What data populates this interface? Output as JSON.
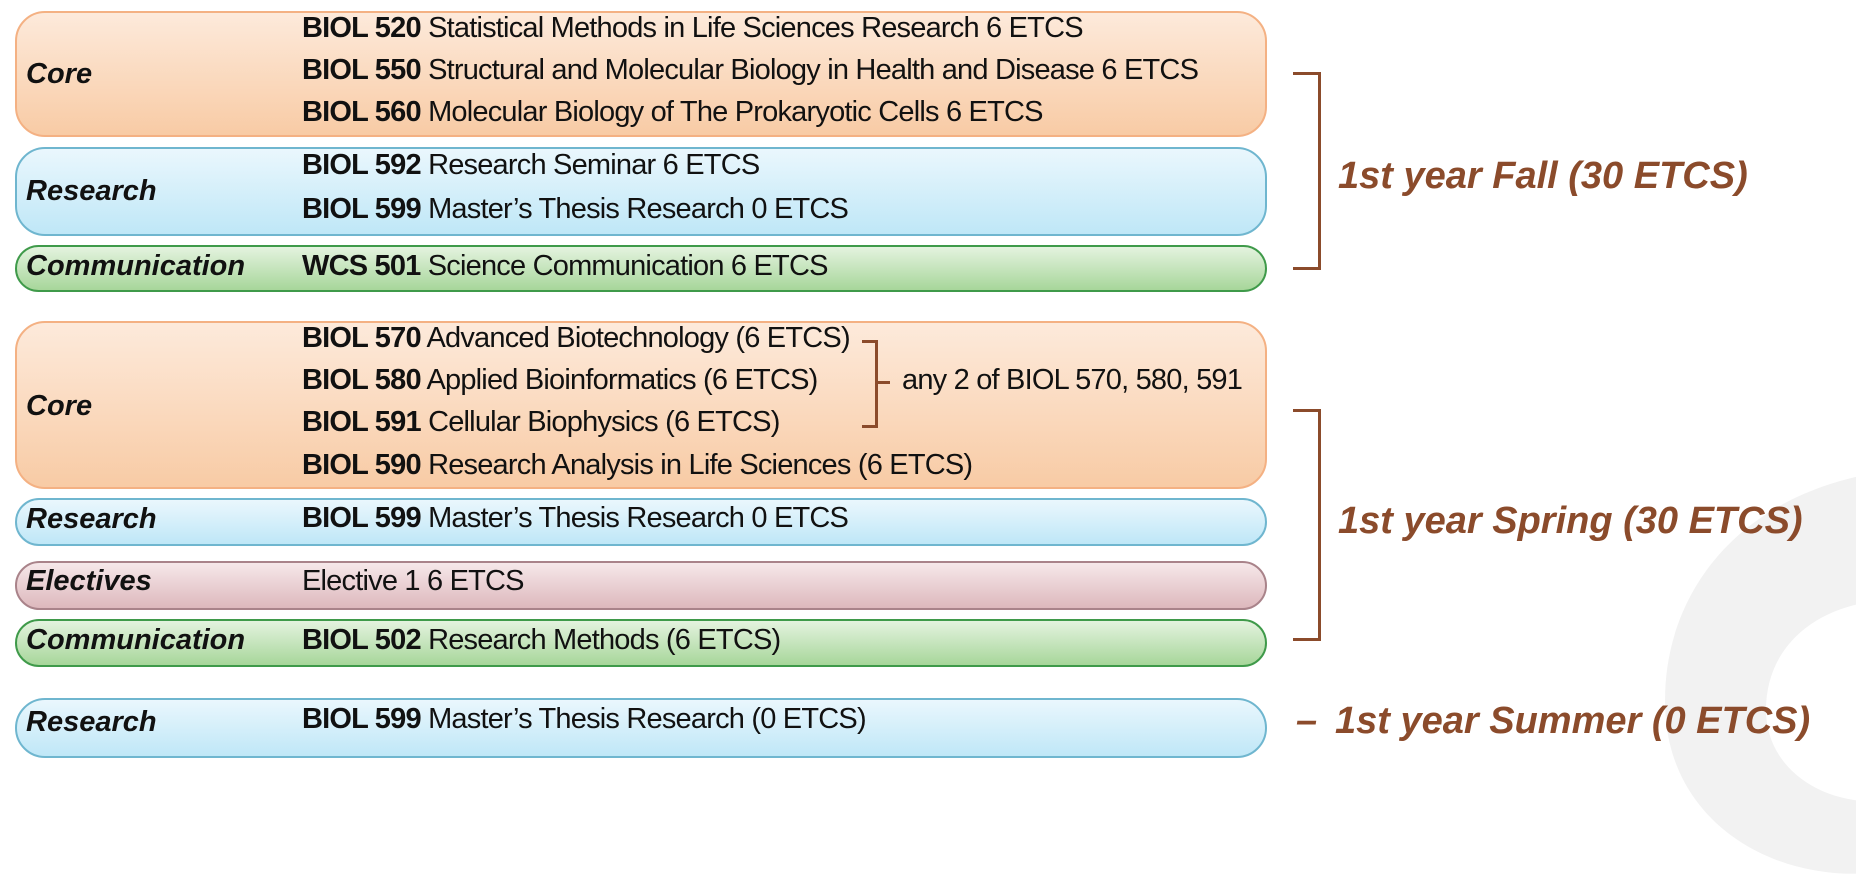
{
  "blocks": [
    {
      "category": "Core",
      "courses": [
        {
          "code": "BIOL 520",
          "text": "Statistical Methods in Life Sciences Research 6 ETCS"
        },
        {
          "code": "BIOL 550",
          "text": "Structural and Molecular Biology in Health and Disease 6 ETCS"
        },
        {
          "code": "BIOL 560",
          "text": "Molecular Biology of The Prokaryotic Cells 6 ETCS"
        }
      ]
    },
    {
      "category": "Research",
      "courses": [
        {
          "code": "BIOL 592",
          "text": "Research Seminar 6 ETCS"
        },
        {
          "code": "BIOL 599",
          "text": "Master’s Thesis Research 0 ETCS"
        }
      ]
    },
    {
      "category": "Communication",
      "courses": [
        {
          "code": "WCS 501",
          "text": "Science Communication  6 ETCS"
        }
      ]
    },
    {
      "category": "Core",
      "courses": [
        {
          "code": "BIOL 570",
          "text": "Advanced Biotechnology (6 ETCS)"
        },
        {
          "code": "BIOL 580",
          "text": "Applied Bioinformatics (6 ETCS)"
        },
        {
          "code": "BIOL 591",
          "text": "Cellular Biophysics (6 ETCS)"
        },
        {
          "code": "BIOL 590",
          "text": "Research Analysis in Life Sciences (6 ETCS)"
        }
      ]
    },
    {
      "category": "Research",
      "courses": [
        {
          "code": "BIOL 599",
          "text": "Master’s Thesis Research 0 ETCS"
        }
      ]
    },
    {
      "category": "Electives",
      "courses": [
        {
          "code": "",
          "text": "Elective 1 6 ETCS"
        }
      ]
    },
    {
      "category": "Communication",
      "courses": [
        {
          "code": "BIOL 502",
          "text": "Research Methods (6 ETCS)"
        }
      ]
    },
    {
      "category": "Research",
      "courses": [
        {
          "code": "BIOL 599",
          "text": "Master’s Thesis Research (0 ETCS)"
        }
      ]
    }
  ],
  "annotation": "any 2 of BIOL 570, 580, 591",
  "semesters": {
    "fall": "1st year Fall (30 ETCS)",
    "spring": "1st year Spring (30 ETCS)",
    "summer_dash": "–",
    "summer": "1st year Summer (0 ETCS)"
  },
  "colors": {
    "core": "#f8cba5",
    "research": "#bfe7f7",
    "communication": "#a7d69a",
    "electives": "#ddb8bd",
    "semester_text": "#8b4b2b"
  }
}
